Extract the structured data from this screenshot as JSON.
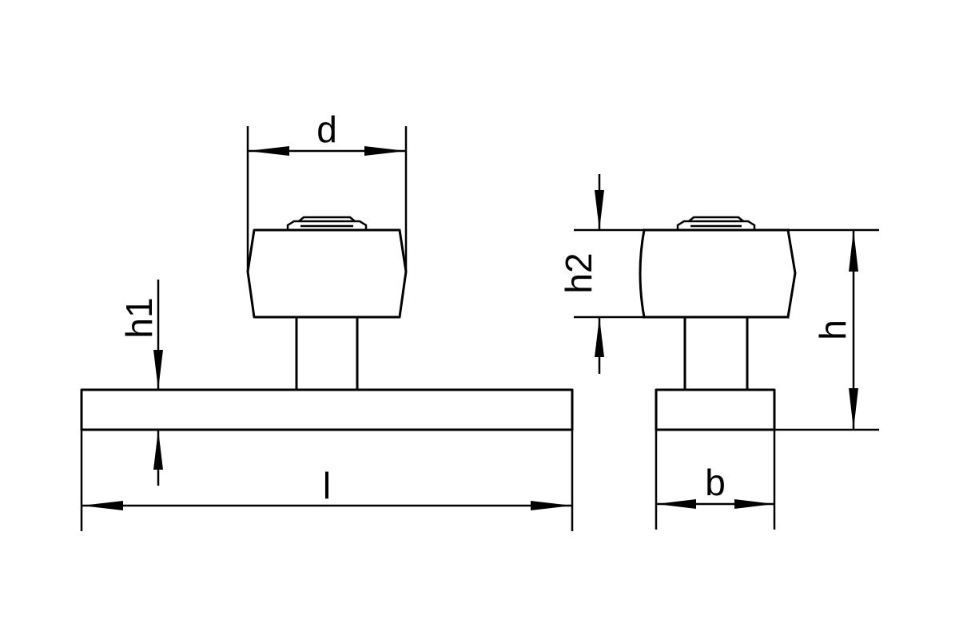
{
  "labels": {
    "d": "d",
    "h1": "h1",
    "h2": "h2",
    "h": "h",
    "l": "l",
    "b": "b"
  },
  "colors": {
    "line": "#000000",
    "background": "#ffffff"
  }
}
